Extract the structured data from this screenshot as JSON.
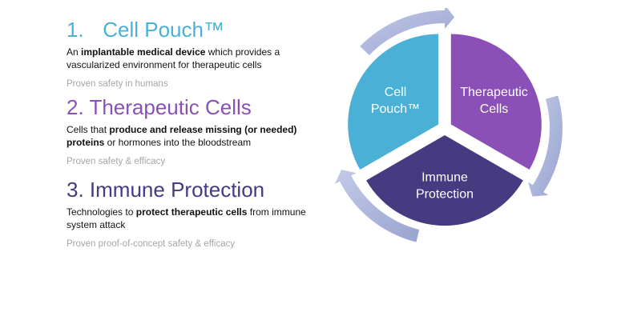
{
  "items": [
    {
      "number": "1.",
      "title": "Cell Pouch™",
      "color": "#4ab0d6",
      "desc": [
        {
          "text": "An ",
          "bold": false
        },
        {
          "text": "implantable medical device",
          "bold": true
        },
        {
          "text": " which provides a vascularized environment for therapeutic cells",
          "bold": false
        }
      ],
      "note": "Proven safety in humans"
    },
    {
      "number": "2.",
      "title": "Therapeutic Cells",
      "color": "#8a50b8",
      "desc": [
        {
          "text": "Cells that ",
          "bold": false
        },
        {
          "text": "produce and release missing (or needed) proteins",
          "bold": true
        },
        {
          "text": " or hormones into the bloodstream",
          "bold": false
        }
      ],
      "note": "Proven safety & efficacy"
    },
    {
      "number": "3.",
      "title": "Immune Protection",
      "color": "#463a80",
      "desc": [
        {
          "text": "Technologies to ",
          "bold": false
        },
        {
          "text": "protect therapeutic cells",
          "bold": true
        },
        {
          "text": " from immune system attack",
          "bold": false
        }
      ],
      "note": "Proven proof-of-concept safety & efficacy"
    }
  ],
  "cycle": {
    "segments": [
      {
        "lines": [
          "Cell",
          "Pouch™"
        ],
        "color": "#4ab0d6"
      },
      {
        "lines": [
          "Therapeutic",
          "Cells"
        ],
        "color": "#8a50b8"
      },
      {
        "lines": [
          "Immune",
          "Protection"
        ],
        "color": "#463a80"
      }
    ],
    "arrow_color": "#a9b3d9"
  }
}
